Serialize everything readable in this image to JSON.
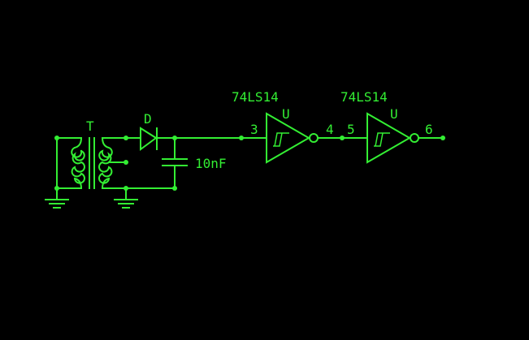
{
  "colors": {
    "background": "#000000",
    "trace": "#33ee33"
  },
  "transformer": {
    "ref": "T"
  },
  "diode": {
    "ref": "D"
  },
  "capacitor": {
    "value": "10nF"
  },
  "gate1": {
    "part": "74LS14",
    "ref": "U",
    "pin_in": "3",
    "pin_out": "4"
  },
  "gate2": {
    "part": "74LS14",
    "ref": "U",
    "pin_in": "5",
    "pin_out": "6"
  },
  "icons": {
    "ground": "ground-icon",
    "inverter": "schmitt-inverter-icon",
    "diode": "diode-icon",
    "capacitor": "capacitor-icon",
    "transformer": "transformer-icon"
  }
}
